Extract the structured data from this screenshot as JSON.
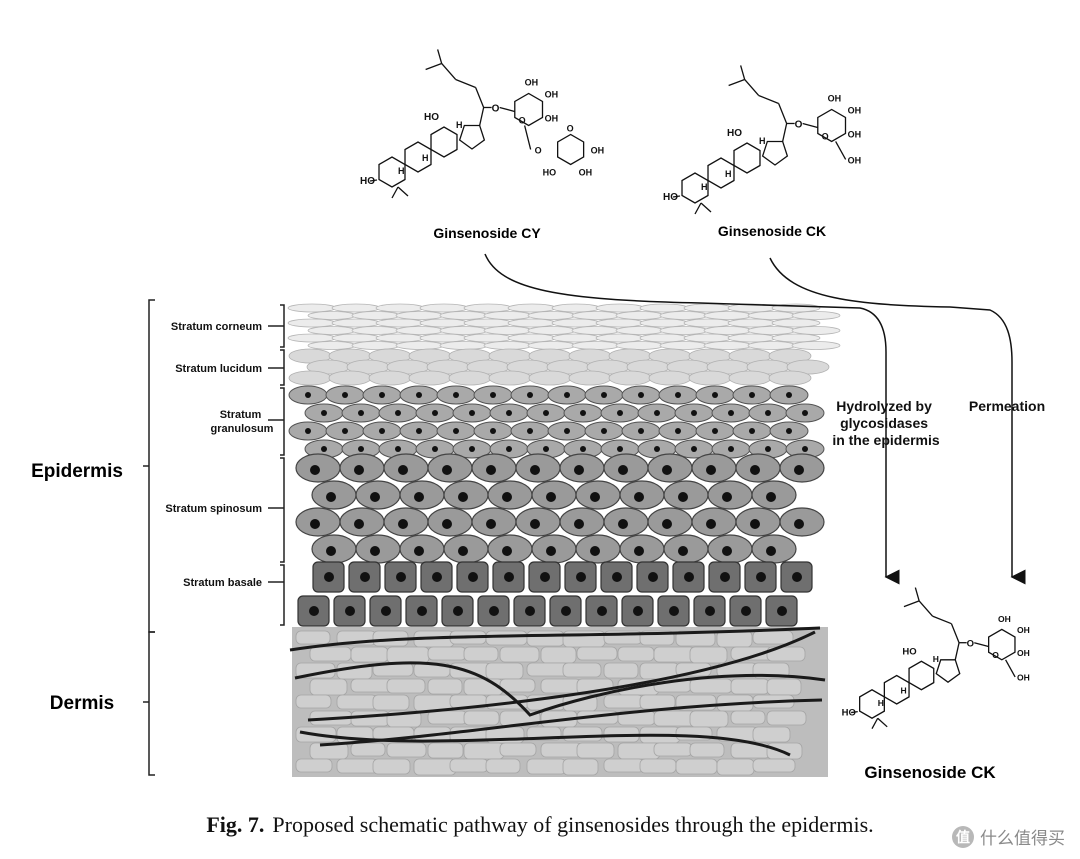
{
  "diagram": {
    "compounds": {
      "cy": {
        "name": "Ginsenoside CY"
      },
      "ck_top": {
        "name": "Ginsenoside CK"
      },
      "ck_bottom": {
        "name": "Ginsenoside CK"
      }
    },
    "pathways": {
      "hydrolysis": [
        "Hydrolyzed by",
        "glycosidases",
        "in the epidermis"
      ],
      "permeation": "Permeation"
    },
    "regions": {
      "epidermis": "Epidermis",
      "dermis": "Dermis"
    },
    "layers": {
      "corneum": [
        "Stratum corneum"
      ],
      "lucidum": [
        "Stratum lucidum"
      ],
      "granulosum": [
        "Stratum",
        "granulosum"
      ],
      "spinosum": [
        "Stratum spinosum"
      ],
      "basale": [
        "Stratum basale"
      ]
    },
    "chem_labels": {
      "oh": "OH",
      "ho": "HO",
      "o": "O",
      "h": "H"
    },
    "colors": {
      "corneum_fill": "#ececec",
      "corneum_stroke": "#b5b5b5",
      "lucidum_fill": "#d9d9d9",
      "granulosum_fill": "#a9a9a9",
      "spinosum_fill": "#9a9a9a",
      "basale_fill": "#6f6f6f",
      "dermis_fill": "#cfcfcf",
      "nucleus": "#111111"
    }
  },
  "caption": {
    "label": "Fig. 7.",
    "text": "Proposed schematic pathway of ginsenosides through the epidermis."
  },
  "watermark": {
    "icon": "zhi-icon",
    "text": "什么值得买"
  }
}
